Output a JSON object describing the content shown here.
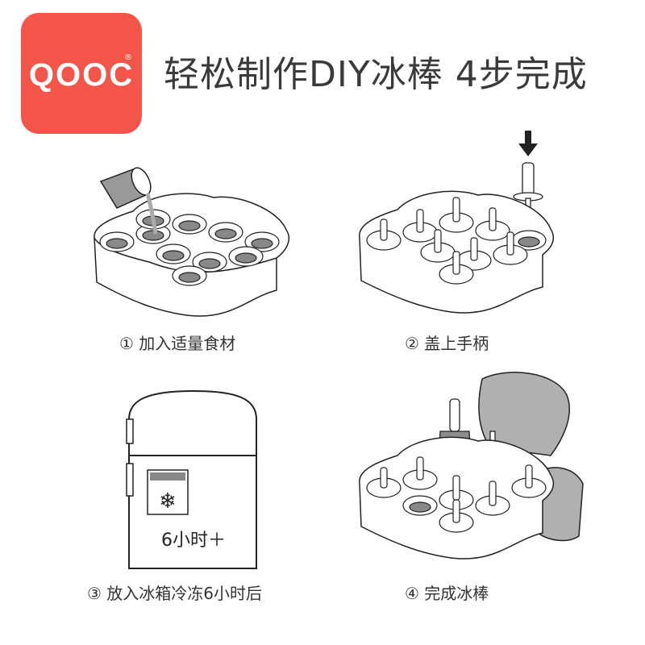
{
  "brand": {
    "logo_text": "QOOC",
    "registered": "®",
    "color": "#f4554a"
  },
  "title": "轻松制作DIY冰棒 4步完成",
  "steps": [
    {
      "label": "① 加入适量食材"
    },
    {
      "label": "② 盖上手柄"
    },
    {
      "label": "③ 放入冰箱冷冻6小时后"
    },
    {
      "label": "④ 完成冰棒"
    }
  ],
  "fridge_text": "6小时＋",
  "icons": [
    "pouring-cup-icon",
    "down-arrow-icon",
    "popsicle-stick-icon",
    "snowflake-icon",
    "hand-icon"
  ]
}
